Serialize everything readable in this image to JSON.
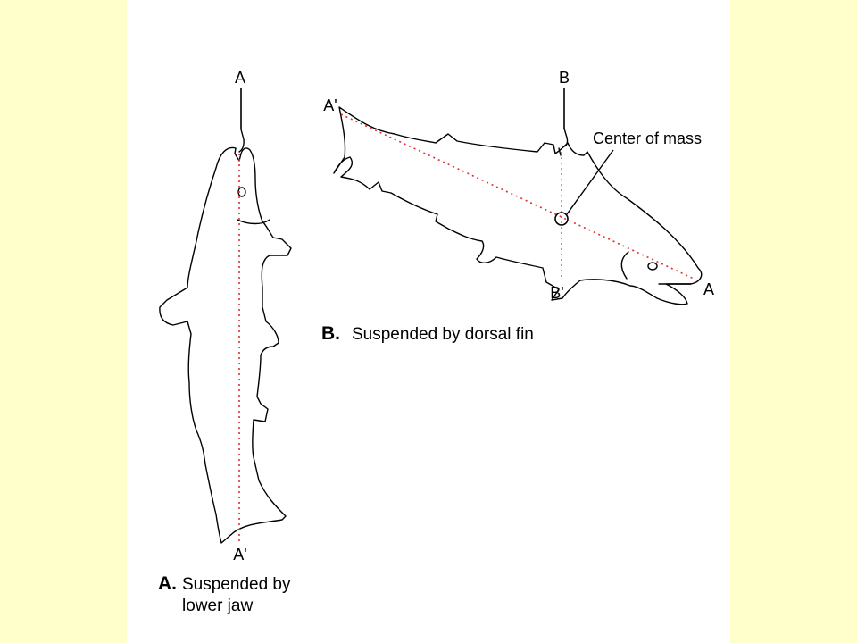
{
  "colors": {
    "margin_background": "#FFFFCC",
    "card_background": "#FFFFFF",
    "axis_red": "#E03030",
    "axis_blue": "#33AACC",
    "outline": "#000000"
  },
  "panel_a": {
    "label_top": "A",
    "label_bottom": "A'",
    "caption_letter": "A.",
    "caption_line1": "Suspended by",
    "caption_line2": "lower jaw"
  },
  "panel_b": {
    "label_top": "B",
    "label_bottom": "B'",
    "label_tail": "A'",
    "label_head": "A",
    "center_label": "Center of mass",
    "caption_letter": "B.",
    "caption_text": "Suspended by dorsal fin"
  }
}
